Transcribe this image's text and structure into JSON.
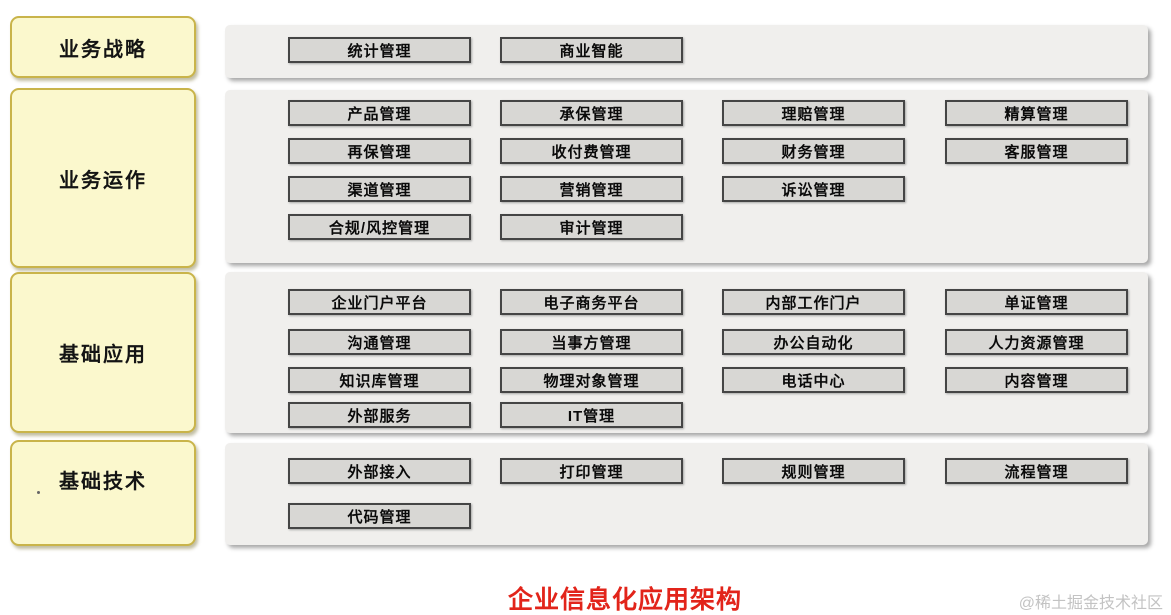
{
  "title": "企业信息化应用架构",
  "watermark": "@稀土掘金技术社区",
  "colors": {
    "layer_box_fill": "#fbf8cd",
    "layer_box_border": "#c9b44a",
    "panel_fill": "#f0efed",
    "module_fill": "#d8d7d4",
    "module_border": "#454545",
    "title_red": "#e2241a",
    "watermark_gray": "#c3c3c3"
  },
  "layers": [
    {
      "id": "business-strategy",
      "label": "业务战略",
      "modules": [
        [
          "统计管理",
          "商业智能"
        ]
      ]
    },
    {
      "id": "business-operations",
      "label": "业务运作",
      "modules": [
        [
          "产品管理",
          "承保管理",
          "理赔管理",
          "精算管理"
        ],
        [
          "再保管理",
          "收付费管理",
          "财务管理",
          "客服管理"
        ],
        [
          "渠道管理",
          "营销管理",
          "诉讼管理"
        ],
        [
          "合规/风控管理",
          "审计管理"
        ]
      ]
    },
    {
      "id": "basic-applications",
      "label": "基础应用",
      "modules": [
        [
          "企业门户平台",
          "电子商务平台",
          "内部工作门户",
          "单证管理"
        ],
        [
          "沟通管理",
          "当事方管理",
          "办公自动化",
          "人力资源管理"
        ],
        [
          "知识库管理",
          "物理对象管理",
          "电话中心",
          "内容管理"
        ],
        [
          "外部服务",
          "IT管理"
        ]
      ]
    },
    {
      "id": "basic-technology",
      "label": "基础技术",
      "modules": [
        [
          "外部接入",
          "打印管理",
          "规则管理",
          "流程管理"
        ],
        [
          "代码管理"
        ]
      ]
    }
  ]
}
